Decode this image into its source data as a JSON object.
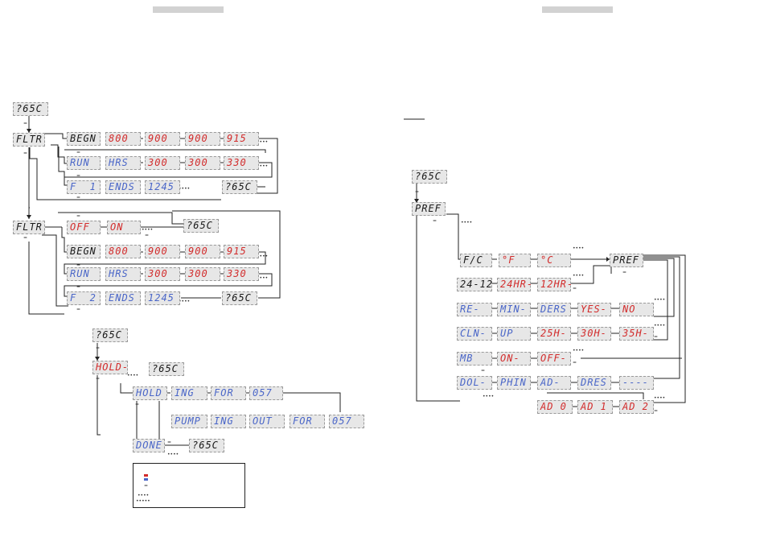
{
  "displays": {
    "a1": "?65C",
    "a2": "FLTR",
    "a3": "BEGN",
    "a4": "800",
    "a5": "900",
    "a6": "900",
    "a7": "915",
    "a8": "RUN",
    "a9": "HRS",
    "a10": "300",
    "a11": "300",
    "a12": "330",
    "a13": "F  1",
    "a14": "ENDS",
    "a15": "1245",
    "a16": "?65C",
    "b1": "FLTR",
    "b2": "OFF",
    "b3": "ON",
    "b4": "?65C",
    "b5": "BEGN",
    "b6": "800",
    "b7": "900",
    "b8": "900",
    "b9": "915",
    "b10": "RUN",
    "b11": "HRS",
    "b12": "300",
    "b13": "300",
    "b14": "330",
    "b15": "F  2",
    "b16": "ENDS",
    "b17": "1245",
    "b18": "?65C",
    "c1": "?65C",
    "c2": "HOLD-",
    "c3": "?65C",
    "c4": "HOLD",
    "c5": "ING",
    "c6": "FOR",
    "c7": "057",
    "c8": "PUMP",
    "c9": "ING",
    "c10": "OUT",
    "c11": "FOR",
    "c12": "057",
    "c13": "DONE",
    "c14": "?65C",
    "d1": "?65C",
    "d2": "PREF",
    "d3": "F/C",
    "d4": "°F",
    "d5": "°C",
    "d6": "PREF",
    "d7": "24-12",
    "d8": "24HR-",
    "d9": "12HR-",
    "d10": "RE-",
    "d11": "MIN-",
    "d12": "DERS",
    "d13": "YES-",
    "d14": "NO",
    "d15": "CLN-",
    "d16": "UP",
    "d17": "25H-",
    "d18": "30H-",
    "d19": "35H-",
    "d20": "MB",
    "d21": "ON-",
    "d22": "OFF-",
    "d23": "DOL-",
    "d24": "PHIN",
    "d25": "AD-",
    "d26": "DRES",
    "d27": "----",
    "d28": "AD 0",
    "d29": "AD 1",
    "d30": "AD 2"
  },
  "legend": {
    "colors": [
      "#d22b2b",
      "#4a66c8"
    ]
  }
}
